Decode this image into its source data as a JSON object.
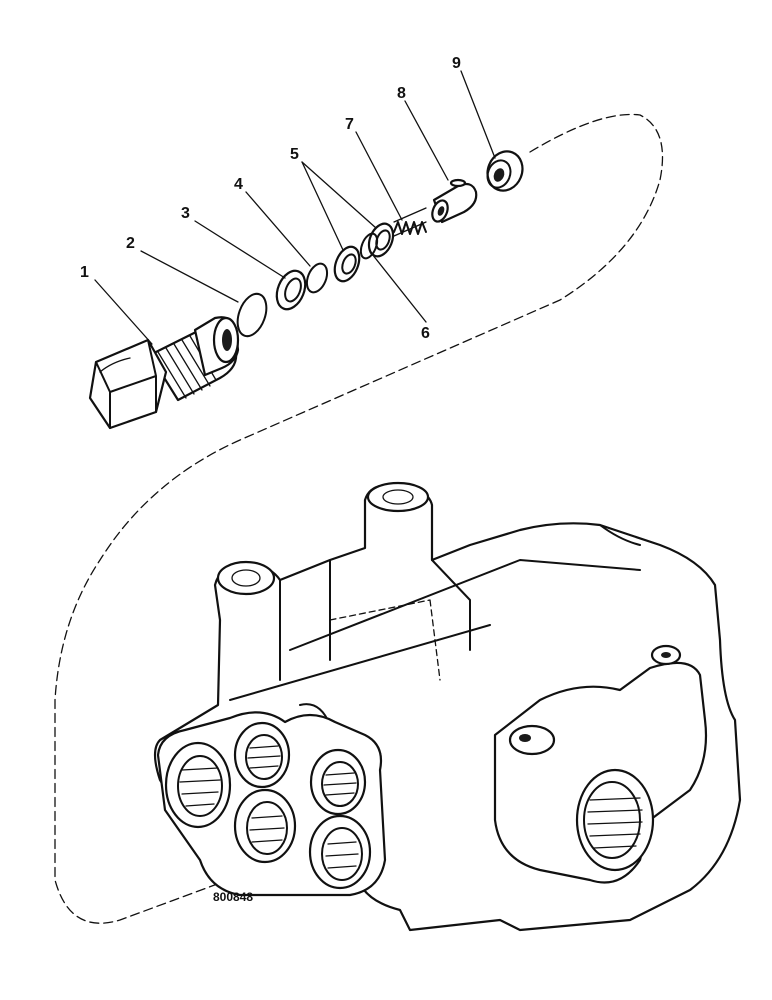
{
  "callouts": [
    {
      "id": "1",
      "label": "1"
    },
    {
      "id": "2",
      "label": "2"
    },
    {
      "id": "3",
      "label": "3"
    },
    {
      "id": "4",
      "label": "4"
    },
    {
      "id": "5",
      "label": "5"
    },
    {
      "id": "6",
      "label": "6"
    },
    {
      "id": "7",
      "label": "7"
    },
    {
      "id": "8",
      "label": "8"
    },
    {
      "id": "9",
      "label": "9"
    }
  ],
  "reference_code": "800848"
}
